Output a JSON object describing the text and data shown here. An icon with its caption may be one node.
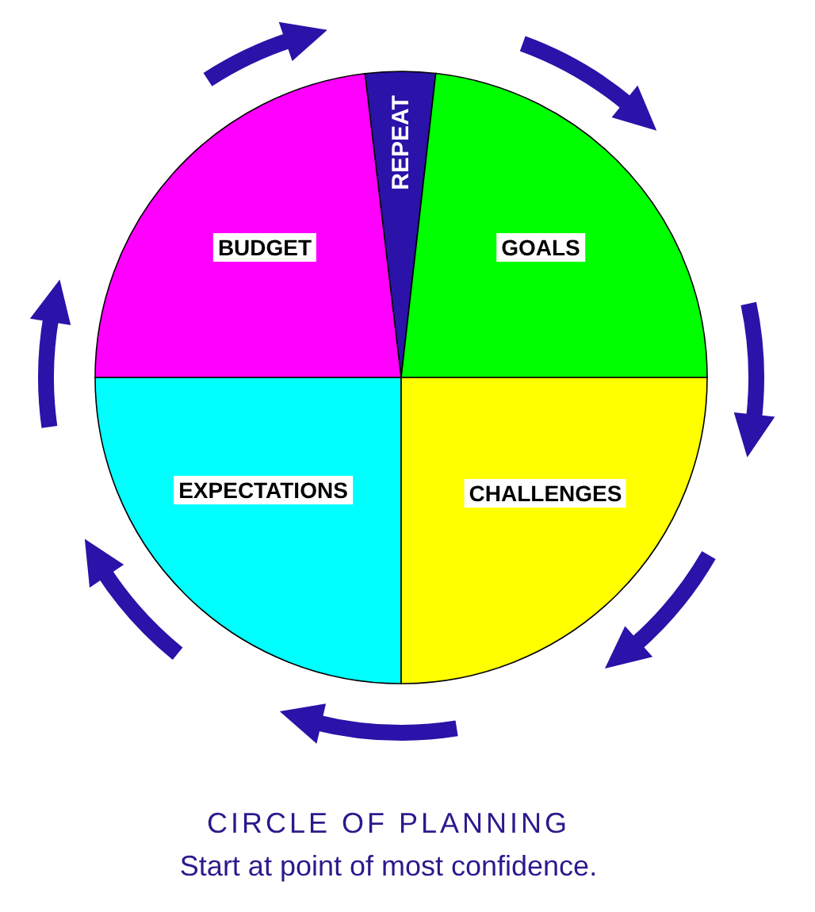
{
  "diagram": {
    "title": "CIRCLE OF PLANNING",
    "caption": "Start at point of most confidence.",
    "nodes": [
      {
        "text": [
          "REPEAT"
        ]
      },
      {
        "text": [
          "BUDGET"
        ]
      },
      {
        "text": [
          "GOALS"
        ]
      },
      {
        "text": [
          "EXPECTATIONS"
        ]
      },
      {
        "text": [
          "CHALLENGES"
        ]
      }
    ]
  }
}
